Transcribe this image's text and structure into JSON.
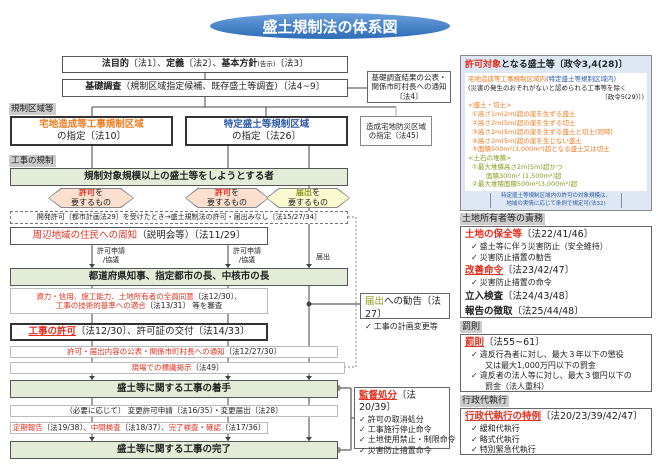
{
  "title": "盛土規制法の体系図",
  "top": {
    "purpose": [
      "法目的",
      "〔法1〕、",
      "定義",
      "〔法2〕、",
      "基本方針",
      "(告示)",
      "〔法3〕"
    ],
    "survey": [
      "基礎調査",
      "（規制区域指定候補、既存盛土等調査）〔法4~9〕"
    ],
    "survey_note": [
      "基礎調査結果の公表・",
      "関係市町村長への通知",
      "〔法4〕"
    ]
  },
  "section_labels": {
    "zones": "規制区域等",
    "works": "工事の規制",
    "owners": "土地所有者等の責務",
    "penalty": "罰則",
    "admin": "行政代執行"
  },
  "zones": {
    "takuchi": [
      "宅地造成等工事規制区域",
      "の指定〔法10〕"
    ],
    "tokutei": [
      "特定盛土等規制区域",
      "の指定〔法26〕"
    ],
    "bousai": [
      "造成宅地防災区域",
      "の指定〔法45〕"
    ]
  },
  "flow": {
    "actor": "規制対象規模以上の盛土等をしようとする者",
    "hex": [
      {
        "key": "許可",
        "rest": "を",
        "line2": "要するもの"
      },
      {
        "key": "許可",
        "rest": "を",
        "line2": "要するもの"
      },
      {
        "key": "届出",
        "rest": "を",
        "line2": "要するもの"
      }
    ],
    "deemed": "開発許可〔都市計画法29〕を受けたとき→盛土規制法の許可・届出みなし〔法15/27/34〕",
    "notice": [
      "周辺地域の住民への周知",
      "（説明会等）〔法11/29〕"
    ],
    "arrow_labels": [
      "許可申請",
      "/協議",
      "許可申請",
      "/協議",
      "届出"
    ],
    "authority": "都道府県知事、指定都市の長、中核市の長",
    "review": [
      "資力・信用、施工能力、土地所有者の全員同意",
      "〔法12/30〕、",
      "工事の技術的基準への適合",
      "〔法13/31〕 等を審査"
    ],
    "permit": [
      "工事の許可",
      "〔法12/30〕、許可証の交付〔法14/33〕"
    ],
    "publish": [
      "許可・届出内容の公表・関係市町村長への通知",
      "〔法12/27/30〕"
    ],
    "sign": [
      "現場での標識掲示",
      "〔法49〕"
    ],
    "start": "盛土等に関する工事の着手",
    "change": [
      "（必要に応じて）",
      "変更許可申請〔法16/35〕・変更届出〔法28〕"
    ],
    "inspect": [
      "定期報告",
      "〔法19/38〕、",
      "中間検査",
      "〔法18/37〕、",
      "完了検査・確認",
      "〔法17/36〕"
    ],
    "complete": "盛土等に関する工事の完了"
  },
  "advice": {
    "key": "届出",
    "title": "への勧告〔法27〕",
    "items": [
      "工事の計画変更等"
    ]
  },
  "supervision": {
    "key": "監督処分",
    "law": "〔法20/39〕",
    "items": [
      "許可の取消処分",
      "工事施行停止命令",
      "土地使用禁止・制限命令",
      "災害防止措置命令"
    ]
  },
  "target": {
    "key": "許可対象",
    "title": "となる盛土等〔政令3,4(28)〕",
    "zone1": "宅地造成等工事規制区域内",
    "zone2": "(特定盛土等規制区域内)",
    "exclude": [
      "(災害の発生のおそれがないと認められる工事等を除く",
      "〔政令5(29)〕)"
    ],
    "g1": "<盛土・切土>",
    "g1_items": [
      "①高さ1m(2m)超の崖を生ずる盛土",
      "②高さ2m(5m)超の崖を生ずる切土",
      "③高さ2m(5m)超の崖を生ずる盛土と切土(同時)",
      "④高さ2m(5m)超の崖を生じない盛土",
      "⑤面積500m²(3,000m²)超となる盛土又は切土"
    ],
    "g2": "<土石の堆積>",
    "g2_items": [
      "①最大堆積高さ2m(5m)超かつ",
      "面積300m² (1,500m²)超",
      "②最大堆積面積500m²(3,000m²)超"
    ],
    "note": [
      "特定盛土等規制区域内の許可の対象規模は、",
      "地域の実情に応じて条例で規定可(法32)"
    ]
  },
  "owners": {
    "items": [
      {
        "key": "土地の保全等",
        "law": "〔法22/41/46〕",
        "checks": [
          "盛土等に伴う災害防止（安全維持）",
          "災害防止措置の勧告"
        ]
      },
      {
        "key": "改善命令",
        "law": "〔法23/42/47〕",
        "checks": [
          "災害防止措置の命令"
        ]
      },
      {
        "key": "立入検査",
        "law": "〔法24/43/48〕",
        "checks": []
      },
      {
        "key": "報告の徴取",
        "law": "〔法25/44/48〕",
        "checks": []
      }
    ]
  },
  "penalty": {
    "key": "罰則",
    "law": "〔法55~61〕",
    "checks": [
      "違反行為者に対し、最大３年以下の懲役",
      "又は最大1,000万円以下の罰金",
      "違反者の法人等に対し、最大３億円以下の",
      "罰金（法人重科）"
    ]
  },
  "admin": {
    "key": "行政代執行の特例",
    "law": "〔法20/23/39/42/47〕",
    "checks": [
      "緩和代執行",
      "略式代執行",
      "特別緊急代執行"
    ]
  }
}
